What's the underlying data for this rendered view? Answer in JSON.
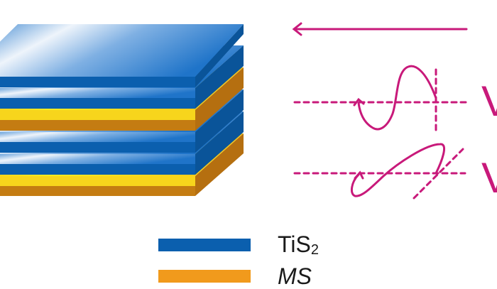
{
  "colors": {
    "tis2_side": "#0b5fae",
    "tis2_top_dark": "#1f74c9",
    "tis2_top_light": "#eef4fb",
    "ms_side": "#c47c12",
    "ms_top": "#f7d51c",
    "ms_legend": "#f19a1c",
    "accent": "#c8197a"
  },
  "layer_stack": {
    "order_top_to_bottom": [
      "TiS2",
      "TiS2",
      "MS",
      "TiS2",
      "TiS2",
      "MS"
    ]
  },
  "legend": {
    "items": [
      {
        "label_main": "TiS",
        "label_sub": "2",
        "color": "#0b5fae"
      },
      {
        "label_main": "MS",
        "label_sub": "",
        "color": "#f19a1c",
        "italic": true
      }
    ]
  },
  "waves": {
    "arrow_direction": "left",
    "wave1": "linear polarized wave with circular arrow",
    "wave2": "tilted elliptical wave with circular arrow"
  },
  "edge_glyphs": [
    "V",
    "V"
  ]
}
